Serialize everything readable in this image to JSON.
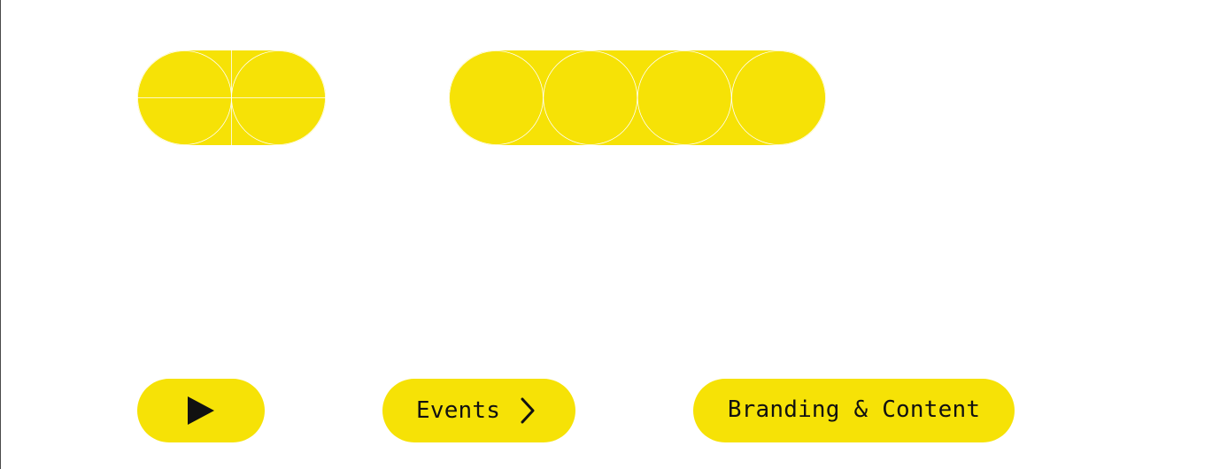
{
  "colors": {
    "accent": "#F6E206",
    "text": "#111111",
    "construction_lines": "#ffffff",
    "background": "#ffffff"
  },
  "buttons": {
    "play": {
      "icon": "play-icon"
    },
    "events": {
      "label": "Events",
      "icon": "chevron-right-icon"
    },
    "branding": {
      "label": "Branding & Content"
    }
  },
  "shapes": {
    "small_pill": {
      "circles": 2
    },
    "large_pill": {
      "circles": 4
    }
  }
}
